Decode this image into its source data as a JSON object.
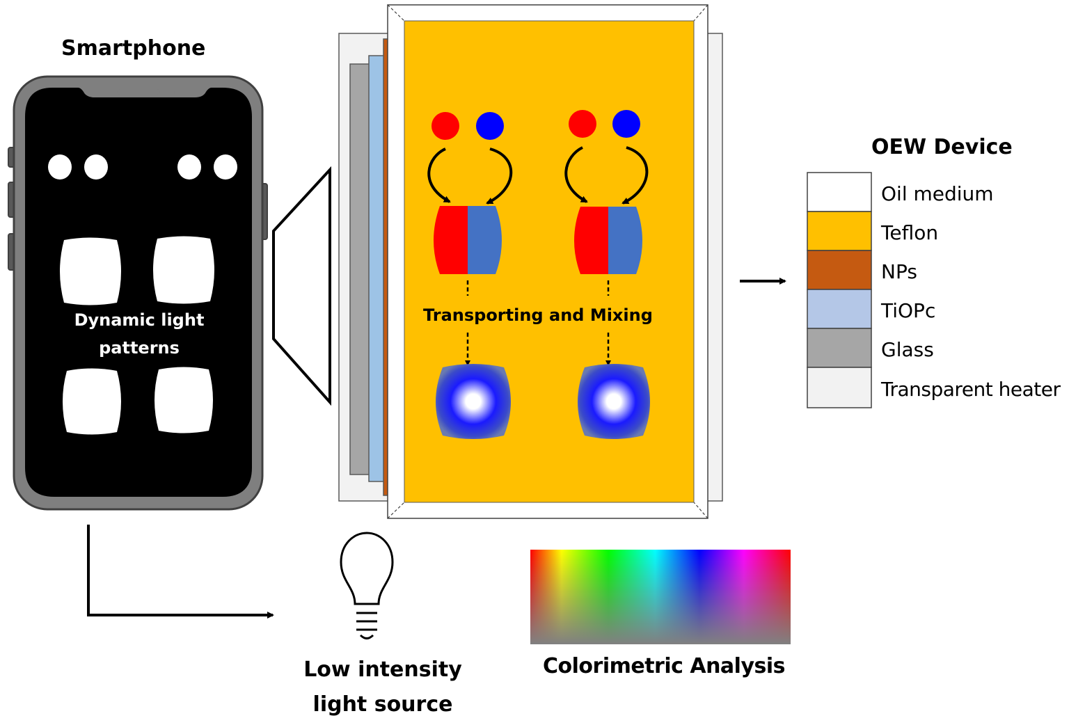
{
  "smartphone": {
    "title": "Smartphone",
    "screen_text_line1": "Dynamic light",
    "screen_text_line2": "patterns"
  },
  "device": {
    "process_label_left": "Transporting",
    "process_label_right": "and Mixing"
  },
  "legend": {
    "title": "OEW Device",
    "layers": [
      {
        "name": "Oil medium",
        "color": "#FFFFFF"
      },
      {
        "name": "Teflon",
        "color": "#FFC000"
      },
      {
        "name": "NPs",
        "color": "#C55A11"
      },
      {
        "name": "TiOPc",
        "color": "#B4C7E7"
      },
      {
        "name": "Glass",
        "color": "#A6A6A6"
      },
      {
        "name": "Transparent heater",
        "color": "#F2F2F2"
      }
    ]
  },
  "light_source": {
    "label_line1": "Low intensity",
    "label_line2": "light source"
  },
  "analysis": {
    "label": "Colorimetric Analysis"
  },
  "colors": {
    "teflon": "#FFC000",
    "nps": "#C55A11",
    "tiopc": "#9DC3E6",
    "glass": "#A6A6A6",
    "droplet_red": "#FF0000",
    "droplet_blue": "#0000FF",
    "merged_blue": "#4472C4"
  }
}
